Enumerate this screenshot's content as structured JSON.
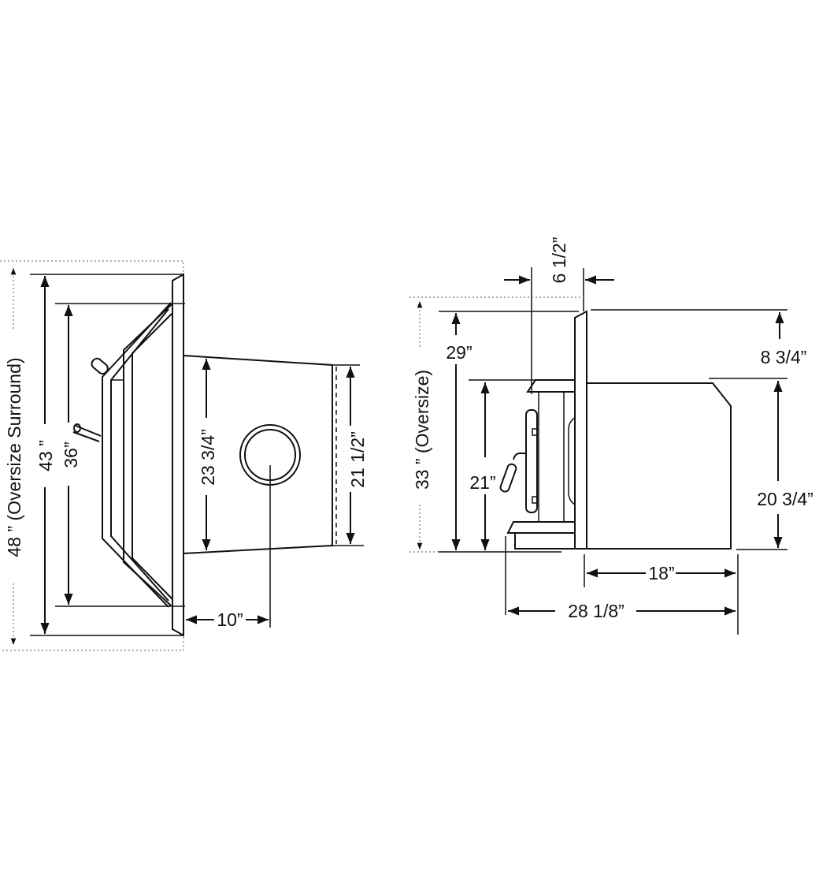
{
  "front_view": {
    "overall_surround_height": "48 ” (Oversize Surround)",
    "surround_height": "43 ”",
    "door_height": "36”",
    "firebox_front_height": "23 3/4”",
    "firebox_rear_height": "21 1/2”",
    "flue_offset": "10”"
  },
  "side_view": {
    "surround_depth": "6 1/2”",
    "oversize_height": "33 ” (Oversize)",
    "surround_height": "29”",
    "door_height": "21”",
    "top_offset": "8 3/4”",
    "body_height": "20 3/4”",
    "body_depth": "18”",
    "overall_depth": "28 1/8”"
  },
  "colors": {
    "line": "#111111",
    "dotted": "#777777"
  }
}
